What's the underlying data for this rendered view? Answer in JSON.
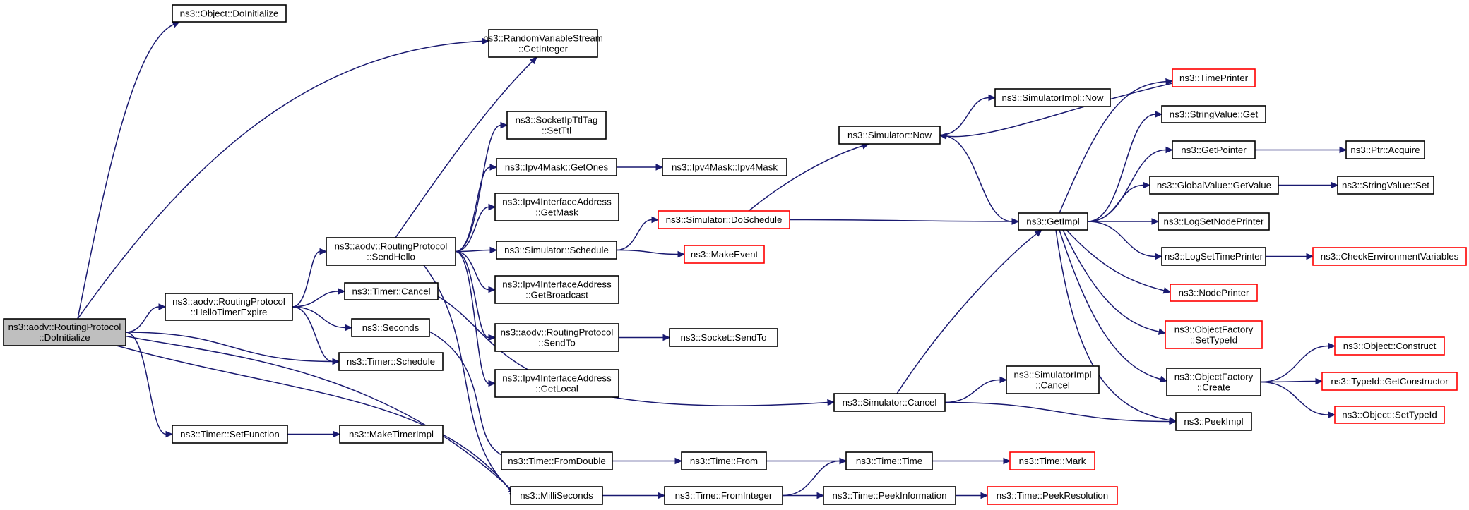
{
  "nodes": [
    {
      "id": "root",
      "lines": [
        "ns3::aodv::RoutingProtocol",
        "::DoInitialize"
      ],
      "type": "root"
    },
    {
      "id": "obj_doinit",
      "lines": [
        "ns3::Object::DoInitialize"
      ],
      "type": "normal"
    },
    {
      "id": "rvs_getint",
      "lines": [
        "ns3::RandomVariableStream",
        "::GetInteger"
      ],
      "type": "normal"
    },
    {
      "id": "hello_timer",
      "lines": [
        "ns3::aodv::RoutingProtocol",
        "::HelloTimerExpire"
      ],
      "type": "normal"
    },
    {
      "id": "timer_schedule",
      "lines": [
        "ns3::Timer::Schedule"
      ],
      "type": "normal"
    },
    {
      "id": "timer_setfunc",
      "lines": [
        "ns3::Timer::SetFunction"
      ],
      "type": "normal"
    },
    {
      "id": "millis",
      "lines": [
        "ns3::MilliSeconds"
      ],
      "type": "normal"
    },
    {
      "id": "send_hello",
      "lines": [
        "ns3::aodv::RoutingProtocol",
        "::SendHello"
      ],
      "type": "normal"
    },
    {
      "id": "timer_cancel",
      "lines": [
        "ns3::Timer::Cancel"
      ],
      "type": "normal"
    },
    {
      "id": "seconds",
      "lines": [
        "ns3::Seconds"
      ],
      "type": "normal"
    },
    {
      "id": "make_timer_impl",
      "lines": [
        "ns3::MakeTimerImpl"
      ],
      "type": "normal"
    },
    {
      "id": "sock_ttl",
      "lines": [
        "ns3::SocketIpTtlTag",
        "::SetTtl"
      ],
      "type": "normal"
    },
    {
      "id": "mask_ones",
      "lines": [
        "ns3::Ipv4Mask::GetOnes"
      ],
      "type": "normal"
    },
    {
      "id": "iface_mask",
      "lines": [
        "ns3::Ipv4InterfaceAddress",
        "::GetMask"
      ],
      "type": "normal"
    },
    {
      "id": "sim_schedule",
      "lines": [
        "ns3::Simulator::Schedule"
      ],
      "type": "normal"
    },
    {
      "id": "iface_bcast",
      "lines": [
        "ns3::Ipv4InterfaceAddress",
        "::GetBroadcast"
      ],
      "type": "normal"
    },
    {
      "id": "rp_sendto",
      "lines": [
        "ns3::aodv::RoutingProtocol",
        "::SendTo"
      ],
      "type": "normal"
    },
    {
      "id": "iface_local",
      "lines": [
        "ns3::Ipv4InterfaceAddress",
        "::GetLocal"
      ],
      "type": "normal"
    },
    {
      "id": "time_fromdouble",
      "lines": [
        "ns3::Time::FromDouble"
      ],
      "type": "normal"
    },
    {
      "id": "mask_ctor",
      "lines": [
        "ns3::Ipv4Mask::Ipv4Mask"
      ],
      "type": "normal"
    },
    {
      "id": "sim_doschedule",
      "lines": [
        "ns3::Simulator::DoSchedule"
      ],
      "type": "trunc"
    },
    {
      "id": "make_event",
      "lines": [
        "ns3::MakeEvent"
      ],
      "type": "trunc"
    },
    {
      "id": "socket_sendto",
      "lines": [
        "ns3::Socket::SendTo"
      ],
      "type": "normal"
    },
    {
      "id": "time_from",
      "lines": [
        "ns3::Time::From"
      ],
      "type": "normal"
    },
    {
      "id": "time_fromint",
      "lines": [
        "ns3::Time::FromInteger"
      ],
      "type": "normal"
    },
    {
      "id": "sim_now",
      "lines": [
        "ns3::Simulator::Now"
      ],
      "type": "normal"
    },
    {
      "id": "sim_cancel",
      "lines": [
        "ns3::Simulator::Cancel"
      ],
      "type": "normal"
    },
    {
      "id": "time_time",
      "lines": [
        "ns3::Time::Time"
      ],
      "type": "normal"
    },
    {
      "id": "time_peekinfo",
      "lines": [
        "ns3::Time::PeekInformation"
      ],
      "type": "normal"
    },
    {
      "id": "simimpl_now",
      "lines": [
        "ns3::SimulatorImpl::Now"
      ],
      "type": "normal"
    },
    {
      "id": "getimpl",
      "lines": [
        "ns3::GetImpl"
      ],
      "type": "normal"
    },
    {
      "id": "simimpl_cancel",
      "lines": [
        "ns3::SimulatorImpl",
        "::Cancel"
      ],
      "type": "normal"
    },
    {
      "id": "time_mark",
      "lines": [
        "ns3::Time::Mark"
      ],
      "type": "trunc"
    },
    {
      "id": "time_peekres",
      "lines": [
        "ns3::Time::PeekResolution"
      ],
      "type": "trunc"
    },
    {
      "id": "timeprinter",
      "lines": [
        "ns3::TimePrinter"
      ],
      "type": "trunc"
    },
    {
      "id": "strval_get",
      "lines": [
        "ns3::StringValue::Get"
      ],
      "type": "normal"
    },
    {
      "id": "getpointer",
      "lines": [
        "ns3::GetPointer"
      ],
      "type": "normal"
    },
    {
      "id": "gv_getvalue",
      "lines": [
        "ns3::GlobalValue::GetValue"
      ],
      "type": "normal"
    },
    {
      "id": "log_nodeprinter",
      "lines": [
        "ns3::LogSetNodePrinter"
      ],
      "type": "normal"
    },
    {
      "id": "log_timeprinter",
      "lines": [
        "ns3::LogSetTimePrinter"
      ],
      "type": "normal"
    },
    {
      "id": "nodeprinter",
      "lines": [
        "ns3::NodePrinter"
      ],
      "type": "trunc"
    },
    {
      "id": "of_settypeid",
      "lines": [
        "ns3::ObjectFactory",
        "::SetTypeId"
      ],
      "type": "trunc"
    },
    {
      "id": "of_create",
      "lines": [
        "ns3::ObjectFactory",
        "::Create"
      ],
      "type": "normal"
    },
    {
      "id": "peekimpl",
      "lines": [
        "ns3::PeekImpl"
      ],
      "type": "normal"
    },
    {
      "id": "ptr_acquire",
      "lines": [
        "ns3::Ptr::Acquire"
      ],
      "type": "normal"
    },
    {
      "id": "strval_set",
      "lines": [
        "ns3::StringValue::Set"
      ],
      "type": "normal"
    },
    {
      "id": "check_env",
      "lines": [
        "ns3::CheckEnvironmentVariables"
      ],
      "type": "trunc"
    },
    {
      "id": "obj_construct",
      "lines": [
        "ns3::Object::Construct"
      ],
      "type": "trunc"
    },
    {
      "id": "typeid_getctor",
      "lines": [
        "ns3::TypeId::GetConstructor"
      ],
      "type": "trunc"
    },
    {
      "id": "obj_settypeid",
      "lines": [
        "ns3::Object::SetTypeId"
      ],
      "type": "trunc"
    }
  ],
  "edges": [
    [
      "root",
      "obj_doinit"
    ],
    [
      "root",
      "rvs_getint"
    ],
    [
      "root",
      "hello_timer"
    ],
    [
      "root",
      "timer_schedule"
    ],
    [
      "root",
      "timer_setfunc"
    ],
    [
      "root",
      "millis"
    ],
    [
      "root",
      "sim_now"
    ],
    [
      "hello_timer",
      "send_hello"
    ],
    [
      "hello_timer",
      "timer_cancel"
    ],
    [
      "hello_timer",
      "seconds"
    ],
    [
      "hello_timer",
      "timer_schedule"
    ],
    [
      "timer_setfunc",
      "make_timer_impl"
    ],
    [
      "send_hello",
      "rvs_getint"
    ],
    [
      "send_hello",
      "sock_ttl"
    ],
    [
      "send_hello",
      "mask_ones"
    ],
    [
      "send_hello",
      "iface_mask"
    ],
    [
      "send_hello",
      "sim_schedule"
    ],
    [
      "send_hello",
      "iface_bcast"
    ],
    [
      "send_hello",
      "rp_sendto"
    ],
    [
      "send_hello",
      "iface_local"
    ],
    [
      "send_hello",
      "millis"
    ],
    [
      "timer_cancel",
      "sim_cancel"
    ],
    [
      "seconds",
      "time_fromdouble"
    ],
    [
      "mask_ones",
      "mask_ctor"
    ],
    [
      "sim_schedule",
      "sim_doschedule"
    ],
    [
      "sim_schedule",
      "make_event"
    ],
    [
      "rp_sendto",
      "socket_sendto"
    ],
    [
      "time_fromdouble",
      "time_from"
    ],
    [
      "millis",
      "time_fromint"
    ],
    [
      "sim_doschedule",
      "sim_now"
    ],
    [
      "sim_doschedule",
      "getimpl"
    ],
    [
      "time_from",
      "time_time"
    ],
    [
      "time_fromint",
      "time_time"
    ],
    [
      "time_fromint",
      "time_peekinfo"
    ],
    [
      "sim_now",
      "simimpl_now"
    ],
    [
      "sim_now",
      "getimpl"
    ],
    [
      "sim_cancel",
      "getimpl"
    ],
    [
      "sim_cancel",
      "simimpl_cancel"
    ],
    [
      "sim_cancel",
      "peekimpl"
    ],
    [
      "time_time",
      "time_mark"
    ],
    [
      "time_peekinfo",
      "time_peekres"
    ],
    [
      "getimpl",
      "timeprinter"
    ],
    [
      "getimpl",
      "strval_get"
    ],
    [
      "getimpl",
      "getpointer"
    ],
    [
      "getimpl",
      "gv_getvalue"
    ],
    [
      "getimpl",
      "log_nodeprinter"
    ],
    [
      "getimpl",
      "log_timeprinter"
    ],
    [
      "getimpl",
      "nodeprinter"
    ],
    [
      "getimpl",
      "of_settypeid"
    ],
    [
      "getimpl",
      "of_create"
    ],
    [
      "getimpl",
      "peekimpl"
    ],
    [
      "timeprinter",
      "sim_now"
    ],
    [
      "getpointer",
      "ptr_acquire"
    ],
    [
      "gv_getvalue",
      "strval_set"
    ],
    [
      "log_timeprinter",
      "check_env"
    ],
    [
      "of_create",
      "obj_construct"
    ],
    [
      "of_create",
      "typeid_getctor"
    ],
    [
      "of_create",
      "obj_settypeid"
    ]
  ]
}
